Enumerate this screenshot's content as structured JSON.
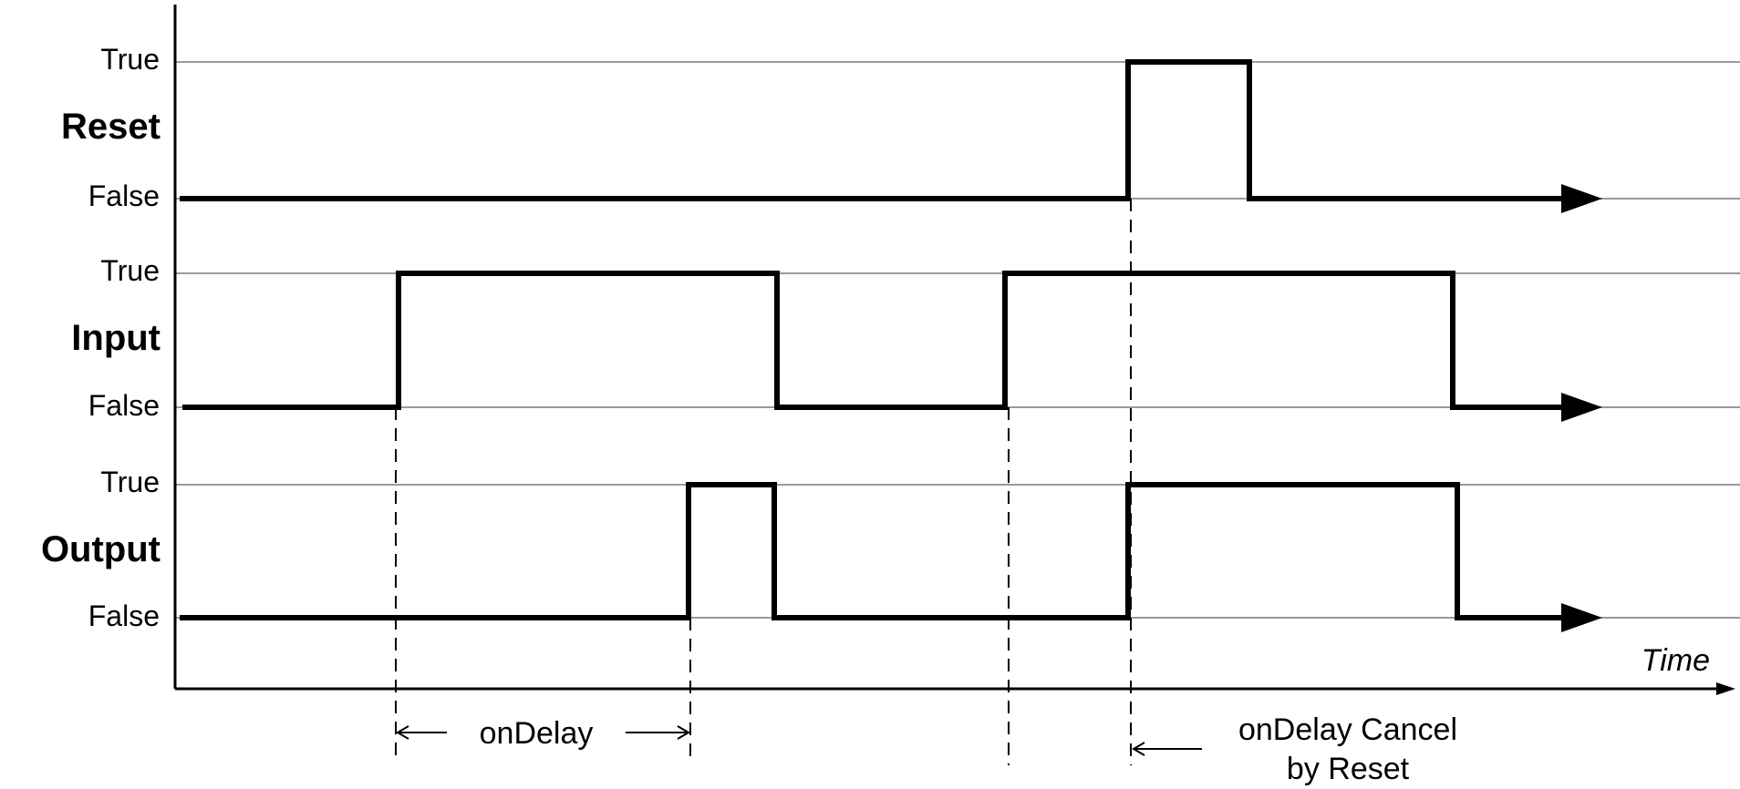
{
  "signals": [
    {
      "name": "Reset",
      "high_label": "True",
      "low_label": "False"
    },
    {
      "name": "Input",
      "high_label": "True",
      "low_label": "False"
    },
    {
      "name": "Output",
      "high_label": "True",
      "low_label": "False"
    }
  ],
  "axis": {
    "label": "Time"
  },
  "annotations": {
    "on_delay": "onDelay",
    "cancel_line1": "onDelay Cancel",
    "cancel_line2": "by Reset"
  }
}
